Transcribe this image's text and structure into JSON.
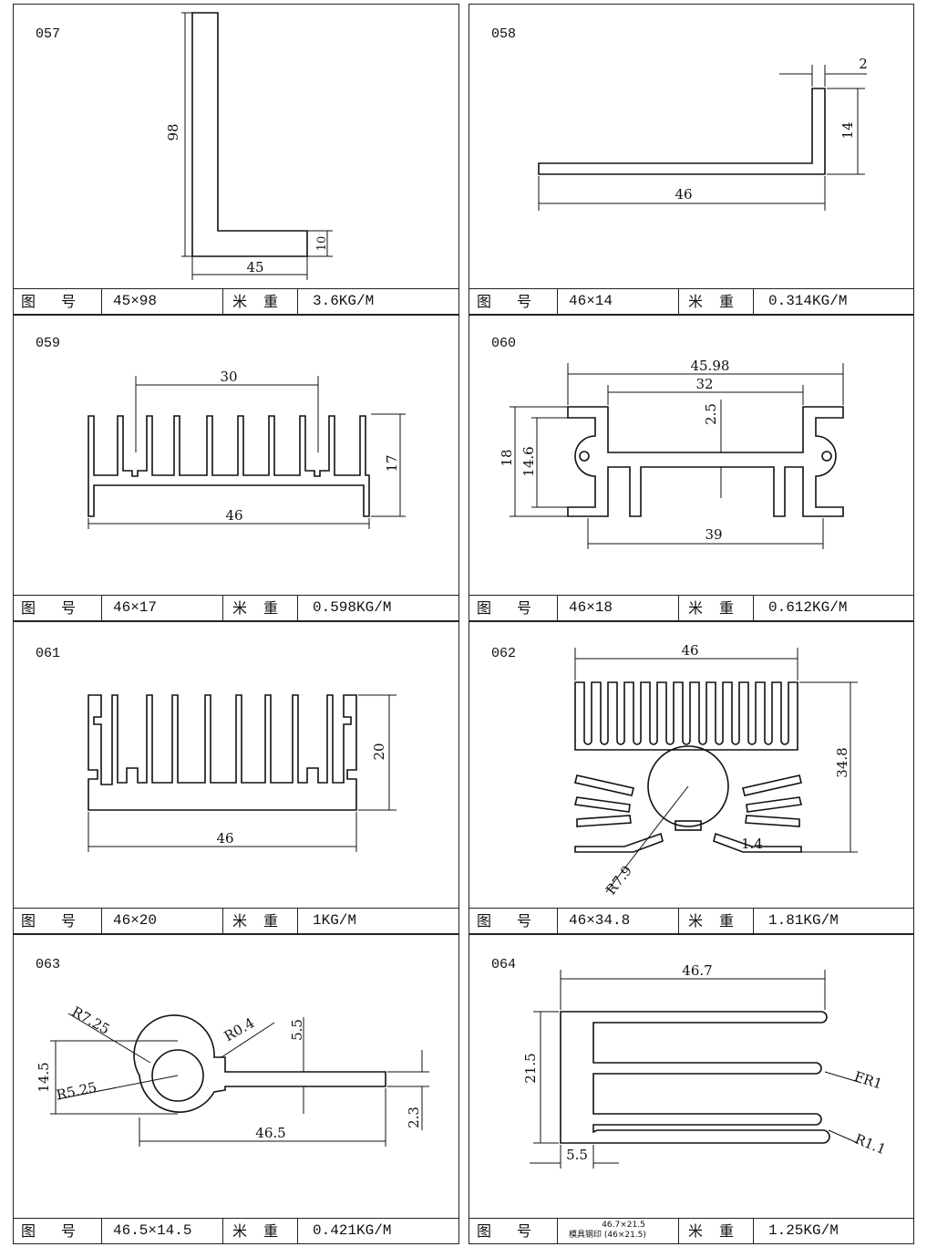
{
  "panels": [
    {
      "code": "057",
      "size": "45×98",
      "weight": "3.6KG/M",
      "dims": {
        "height": "98",
        "width": "45",
        "thickness": "10"
      }
    },
    {
      "code": "058",
      "size": "46×14",
      "weight": "0.314KG/M",
      "dims": {
        "thickness": "2",
        "height": "14",
        "width": "46"
      }
    },
    {
      "code": "059",
      "size": "46×17",
      "weight": "0.598KG/M",
      "dims": {
        "inner": "30",
        "width": "46",
        "height": "17"
      }
    },
    {
      "code": "060",
      "size": "46×18",
      "weight": "0.612KG/M",
      "dims": {
        "overall": "45.98",
        "inner": "32",
        "web": "2.5",
        "height": "18",
        "inner_height": "14.6",
        "bottom": "39"
      }
    },
    {
      "code": "061",
      "size": "46×20",
      "weight": "1KG/M",
      "dims": {
        "height": "20",
        "width": "46"
      }
    },
    {
      "code": "062",
      "size": "46×34.8",
      "weight": "1.81KG/M",
      "dims": {
        "width": "46",
        "height": "34.8",
        "radius": "R7.9",
        "fin": "1.4"
      }
    },
    {
      "code": "063",
      "size": "46.5×14.5",
      "weight": "0.421KG/M",
      "dims": {
        "r_outer": "R7.25",
        "r_small": "R0.4",
        "slot": "5.5",
        "height": "14.5",
        "r_inner": "R5.25",
        "width": "46.5",
        "thickness": "2.3"
      }
    },
    {
      "code": "064",
      "size_line1": "46.7×21.5",
      "size_line2": "模具钢印 (46×21.5)",
      "weight": "1.25KG/M",
      "dims": {
        "width": "46.7",
        "height": "21.5",
        "fr": "FR1",
        "r": "R1.1",
        "base": "5.5"
      }
    }
  ],
  "labels": {
    "figure_no": "图号",
    "weight_label": "米重"
  }
}
